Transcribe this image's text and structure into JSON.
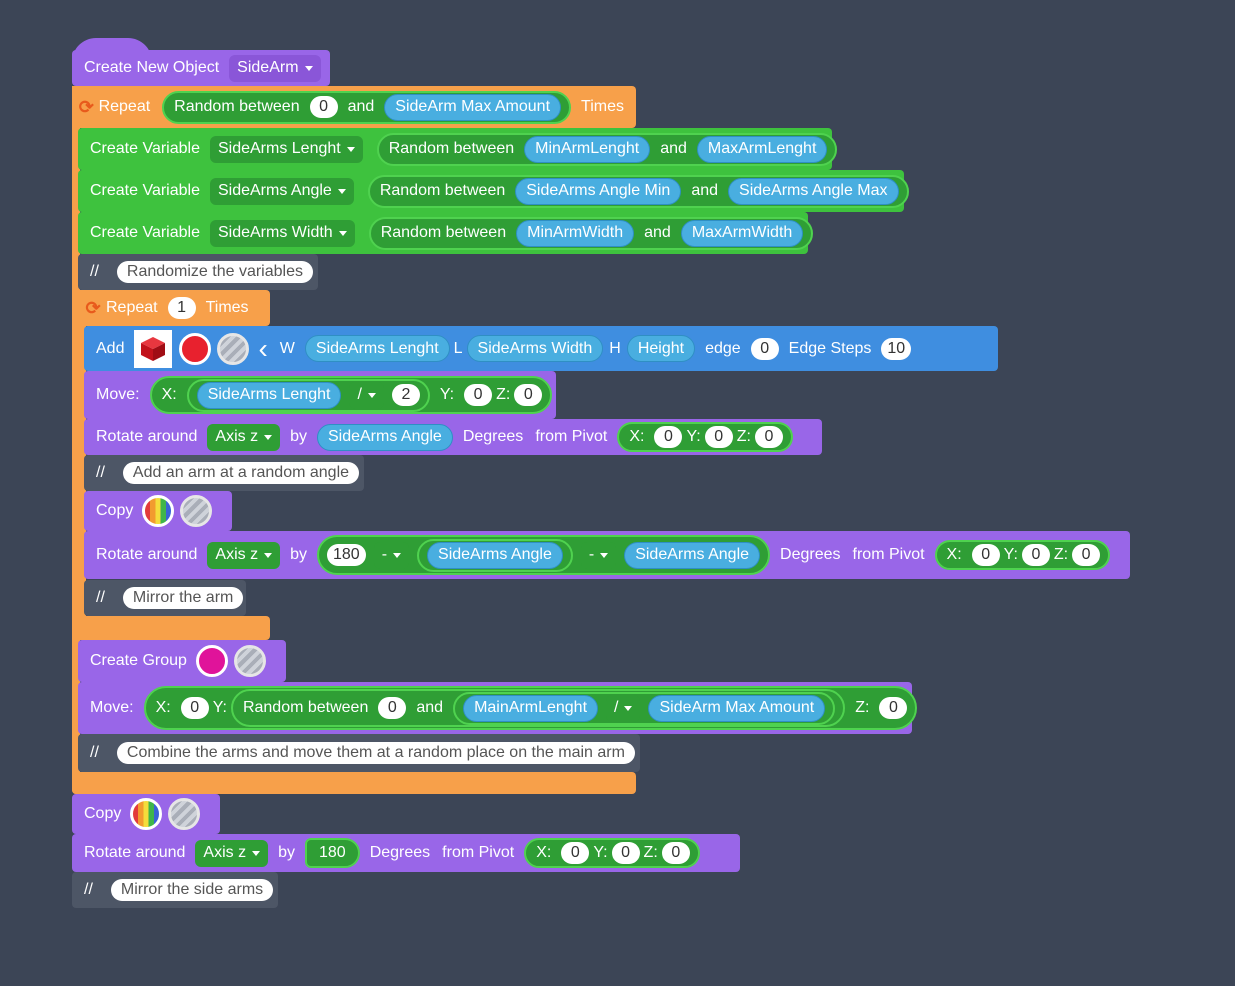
{
  "create_object": {
    "label": "Create New Object",
    "object": "SideArm"
  },
  "repeat1": {
    "label": "Repeat",
    "random_label": "Random between",
    "min": "0",
    "and": "and",
    "max_var": "SideArm Max Amount",
    "times": "Times"
  },
  "vars": [
    {
      "label": "Create Variable",
      "name": "SideArms Lenght",
      "random_label": "Random between",
      "a": "MinArmLenght",
      "and": "and",
      "b": "MaxArmLenght"
    },
    {
      "label": "Create Variable",
      "name": "SideArms Angle",
      "random_label": "Random between",
      "a": "SideArms Angle Min",
      "and": "and",
      "b": "SideArms Angle Max"
    },
    {
      "label": "Create Variable",
      "name": "SideArms Width",
      "random_label": "Random between",
      "a": "MinArmWidth",
      "and": "and",
      "b": "MaxArmWidth"
    }
  ],
  "comment1": {
    "slash": "//",
    "text": "Randomize the variables"
  },
  "repeat2": {
    "label": "Repeat",
    "count": "1",
    "times": "Times"
  },
  "add": {
    "label": "Add",
    "w": "W",
    "w_var": "SideArms Lenght",
    "l": "L",
    "l_var": "SideArms Width",
    "h": "H",
    "h_var": "Height",
    "edge": "edge",
    "edge_val": "0",
    "steps": "Edge Steps",
    "steps_val": "10",
    "color": "#e8212e"
  },
  "move1": {
    "label": "Move:",
    "x": "X:",
    "x_var": "SideArms Lenght",
    "op": "/",
    "div": "2",
    "y": "Y:",
    "y_val": "0",
    "z": "Z:",
    "z_val": "0"
  },
  "rotate1": {
    "label": "Rotate around",
    "axis": "Axis z",
    "by": "by",
    "var": "SideArms Angle",
    "degrees": "Degrees",
    "pivot": "from Pivot",
    "x": "X:",
    "xv": "0",
    "y": "Y:",
    "yv": "0",
    "z": "Z:",
    "zv": "0"
  },
  "comment2": {
    "slash": "//",
    "text": "Add an arm at a random angle"
  },
  "copy1": {
    "label": "Copy"
  },
  "rotate2": {
    "label": "Rotate around",
    "axis": "Axis z",
    "by": "by",
    "num": "180",
    "op1": "-",
    "var1": "SideArms Angle",
    "op2": "-",
    "var2": "SideArms Angle",
    "degrees": "Degrees",
    "pivot": "from Pivot",
    "x": "X:",
    "xv": "0",
    "y": "Y:",
    "yv": "0",
    "z": "Z:",
    "zv": "0"
  },
  "comment3": {
    "slash": "//",
    "text": "Mirror the arm"
  },
  "group": {
    "label": "Create Group",
    "color": "#e0139a"
  },
  "move2": {
    "label": "Move:",
    "x": "X:",
    "xv": "0",
    "y": "Y:",
    "random_label": "Random between",
    "min": "0",
    "and": "and",
    "var1": "MainArmLenght",
    "op": "/",
    "var2": "SideArm Max Amount",
    "z": "Z:",
    "zv": "0"
  },
  "comment4": {
    "slash": "//",
    "text": "Combine the arms and move them at a random place on the main arm"
  },
  "copy2": {
    "label": "Copy"
  },
  "rotate3": {
    "label": "Rotate around",
    "axis": "Axis z",
    "by": "by",
    "num": "180",
    "degrees": "Degrees",
    "pivot": "from Pivot",
    "x": "X:",
    "xv": "0",
    "y": "Y:",
    "yv": "0",
    "z": "Z:",
    "zv": "0"
  },
  "comment5": {
    "slash": "//",
    "text": "Mirror the side arms"
  },
  "icons": {
    "repeat": "repeat-icon",
    "cube": "cube-icon",
    "chevron": "chevron-left-icon"
  }
}
